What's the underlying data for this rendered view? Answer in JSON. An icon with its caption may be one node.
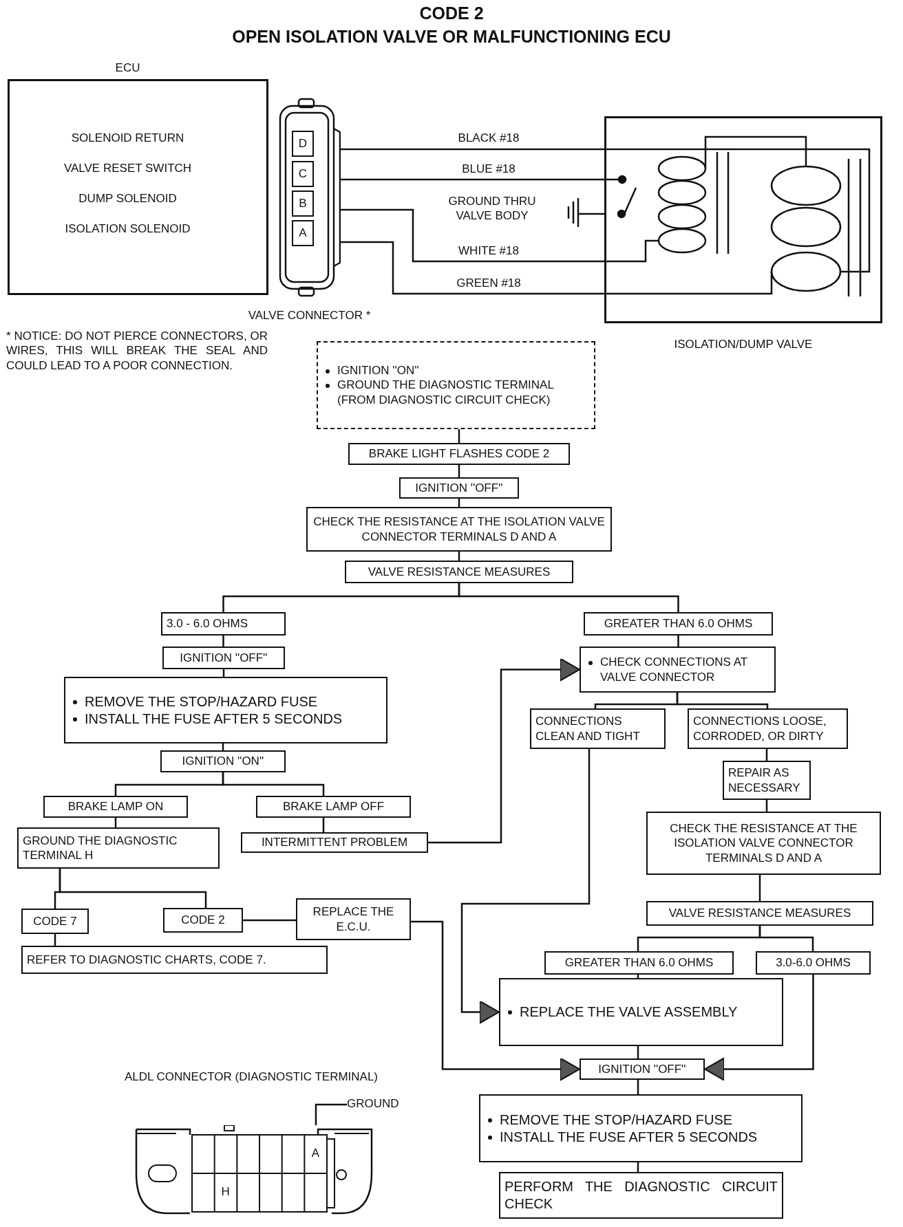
{
  "diagram": {
    "title": "CODE 2",
    "nodes": [
      {
        "text": [
          "ECU",
          "SOLENOID RETURN",
          "VALVE RESET SWITCH",
          "DUMP SOLENOID",
          "ISOLATION SOLENOID"
        ]
      },
      {
        "text": [
          "D",
          "C",
          "B",
          "A"
        ],
        "beside": [
          "VALVE CONNECTOR *"
        ]
      },
      {
        "text": [
          "ISOLATION/DUMP VALVE"
        ]
      },
      {
        "text": [
          "IGNITION ''ON''",
          "GROUND THE DIAGNOSTIC TERMINAL (FROM DIAGNOSTIC CIRCUIT CHECK)"
        ]
      },
      {
        "text": [
          "BRAKE LIGHT FLASHES CODE 2"
        ]
      },
      {
        "text": [
          "IGNITION ''OFF''"
        ]
      },
      {
        "text": [
          "CHECK THE RESISTANCE AT THE ISOLATION VALVE CONNECTOR TERMINALS D AND A"
        ]
      },
      {
        "text": [
          "VALVE RESISTANCE MEASURES"
        ]
      },
      {
        "text": [
          "3.0 - 6.0 OHMS"
        ]
      },
      {
        "text": [
          "GREATER THAN 6.0 OHMS"
        ]
      },
      {
        "text": [
          "IGNITION ''OFF''"
        ]
      },
      {
        "text": [
          "CHECK CONNECTIONS AT VALVE CONNECTOR"
        ]
      },
      {
        "text": [
          "REMOVE THE STOP/HAZARD FUSE",
          "INSTALL THE FUSE AFTER 5 SECONDS"
        ]
      },
      {
        "text": [
          "CONNECTIONS CLEAN AND TIGHT"
        ]
      },
      {
        "text": [
          "CONNECTIONS LOOSE, CORRODED, OR DIRTY"
        ]
      },
      {
        "text": [
          "IGNITION ''ON''"
        ]
      },
      {
        "text": [
          "REPAIR AS NECESSARY"
        ]
      },
      {
        "text": [
          "BRAKE LAMP ON"
        ]
      },
      {
        "text": [
          "BRAKE LAMP OFF"
        ]
      },
      {
        "text": [
          "CHECK THE RESISTANCE AT THE ISOLATION VALVE CONNECTOR TERMINALS D AND A"
        ]
      },
      {
        "text": [
          "GROUND THE DIAGNOSTIC TERMINAL H"
        ]
      },
      {
        "text": [
          "INTERMITTENT PROBLEM"
        ]
      },
      {
        "text": [
          "CODE 7"
        ]
      },
      {
        "text": [
          "CODE 2"
        ]
      },
      {
        "text": [
          "REPLACE THE E.C.U."
        ]
      },
      {
        "text": [
          "VALVE RESISTANCE MEASURES"
        ]
      },
      {
        "text": [
          "REFER TO DIAGNOSTIC CHARTS, CODE 7."
        ]
      },
      {
        "text": [
          "GREATER THAN 6.0 OHMS"
        ]
      },
      {
        "text": [
          "3.0-6.0 OHMS"
        ]
      },
      {
        "text": [
          "REPLACE THE VALVE ASSEMBLY"
        ]
      },
      {
        "text": [
          "IGNITION ''OFF''"
        ]
      },
      {
        "text": [
          "REMOVE THE STOP/HAZARD FUSE",
          "INSTALL THE FUSE AFTER 5 SECONDS"
        ]
      },
      {
        "text": [
          "PERFORM THE DIAGNOSTIC CIRCUIT CHECK"
        ]
      },
      {
        "text": [
          "A",
          "H"
        ]
      },
      {
        "text": [
          "GROUND"
        ]
      }
    ],
    "edges": [
      {
        "from": 1,
        "to": 2,
        "arrow": "none",
        "label": "BLACK #18"
      },
      {
        "from": 1,
        "to": 2,
        "arrow": "none",
        "label": "BLUE #18"
      },
      {
        "from": 1,
        "to": 2,
        "arrow": "none",
        "label": "WHITE #18"
      },
      {
        "from": 1,
        "to": 2,
        "arrow": "none",
        "label": "GREEN #18"
      },
      {
        "from": 3,
        "to": 4,
        "arrow": "none"
      },
      {
        "from": 4,
        "to": 5,
        "arrow": "none"
      },
      {
        "from": 5,
        "to": 6,
        "arrow": "none"
      },
      {
        "from": 6,
        "to": 7,
        "arrow": "none"
      },
      {
        "from": 7,
        "to": 8,
        "arrow": "none"
      },
      {
        "from": 7,
        "to": 9,
        "arrow": "none"
      },
      {
        "from": 8,
        "to": 10,
        "arrow": "none"
      },
      {
        "from": 10,
        "to": 12,
        "arrow": "none"
      },
      {
        "from": 12,
        "to": 15,
        "arrow": "none"
      },
      {
        "from": 15,
        "to": 17,
        "arrow": "none"
      },
      {
        "from": 15,
        "to": 18,
        "arrow": "none"
      },
      {
        "from": 17,
        "to": 20,
        "arrow": "none"
      },
      {
        "from": 18,
        "to": 21,
        "arrow": "none"
      },
      {
        "from": 20,
        "to": 22,
        "arrow": "none"
      },
      {
        "from": 20,
        "to": 23,
        "arrow": "none"
      },
      {
        "from": 22,
        "to": 26,
        "arrow": "none"
      },
      {
        "from": 23,
        "to": 24,
        "arrow": "none"
      },
      {
        "from": 24,
        "to": 30,
        "arrow": "to"
      },
      {
        "from": 21,
        "to": 11,
        "arrow": "to"
      },
      {
        "from": 9,
        "to": 11,
        "arrow": "none"
      },
      {
        "from": 11,
        "to": 13,
        "arrow": "none"
      },
      {
        "from": 11,
        "to": 14,
        "arrow": "none"
      },
      {
        "from": 13,
        "to": 29,
        "arrow": "to"
      },
      {
        "from": 14,
        "to": 16,
        "arrow": "none"
      },
      {
        "from": 16,
        "to": 19,
        "arrow": "none"
      },
      {
        "from": 19,
        "to": 25,
        "arrow": "none"
      },
      {
        "from": 25,
        "to": 27,
        "arrow": "none"
      },
      {
        "from": 25,
        "to": 28,
        "arrow": "none"
      },
      {
        "from": 27,
        "to": 29,
        "arrow": "none"
      },
      {
        "from": 28,
        "to": 30,
        "arrow": "to"
      },
      {
        "from": 29,
        "to": 30,
        "arrow": "none"
      },
      {
        "from": 30,
        "to": 31,
        "arrow": "none"
      },
      {
        "from": 31,
        "to": 32,
        "arrow": "none"
      },
      {
        "from": 34,
        "to": 33,
        "arrow": "none"
      }
    ],
    "labels": [
      "OPEN ISOLATION VALVE OR MALFUNCTIONING ECU",
      "GROUND THRU VALVE BODY",
      "* NOTICE: DO NOT PIERCE CONNECTORS, OR WIRES, THIS WILL BREAK THE SEAL AND COULD LEAD TO A POOR CONNECTION.",
      "ALDL CONNECTOR (DIAGNOSTIC TERMINAL)"
    ]
  }
}
